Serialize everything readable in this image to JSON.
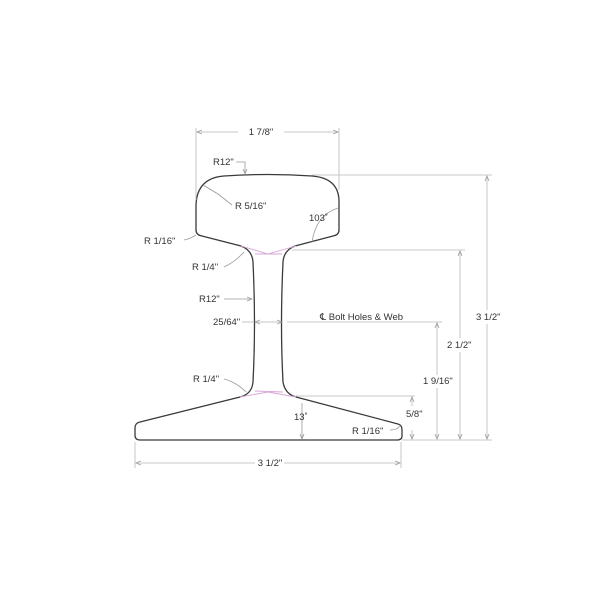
{
  "drawing": {
    "title": "Rail cross-section",
    "colors": {
      "outline": "#3a3a3a",
      "dimension": "#b8b8b8",
      "construction": "#d8a6d8",
      "text": "#333333"
    },
    "labels": {
      "head_width": "1 7/8\"",
      "head_top_radius": "R12\"",
      "head_corner_radius": "R 5/16\"",
      "head_angle": "103˚",
      "head_edge_radius": "R 1/16\"",
      "upper_fillet_radius": "R 1/4\"",
      "web_radius": "R12\"",
      "web_thickness": "25/64\"",
      "bolt_holes_web": "℄ Bolt Holes & Web",
      "lower_fillet_radius": "R 1/4\"",
      "base_angle": "13˚",
      "base_edge_radius": "R 1/16\"",
      "base_width": "3 1/2\"",
      "total_height": "3 1/2\"",
      "height_to_head_underside": "2 1/2\"",
      "height_to_bolt_holes": "1 9/16\"",
      "base_thickness": "5/8\""
    }
  }
}
